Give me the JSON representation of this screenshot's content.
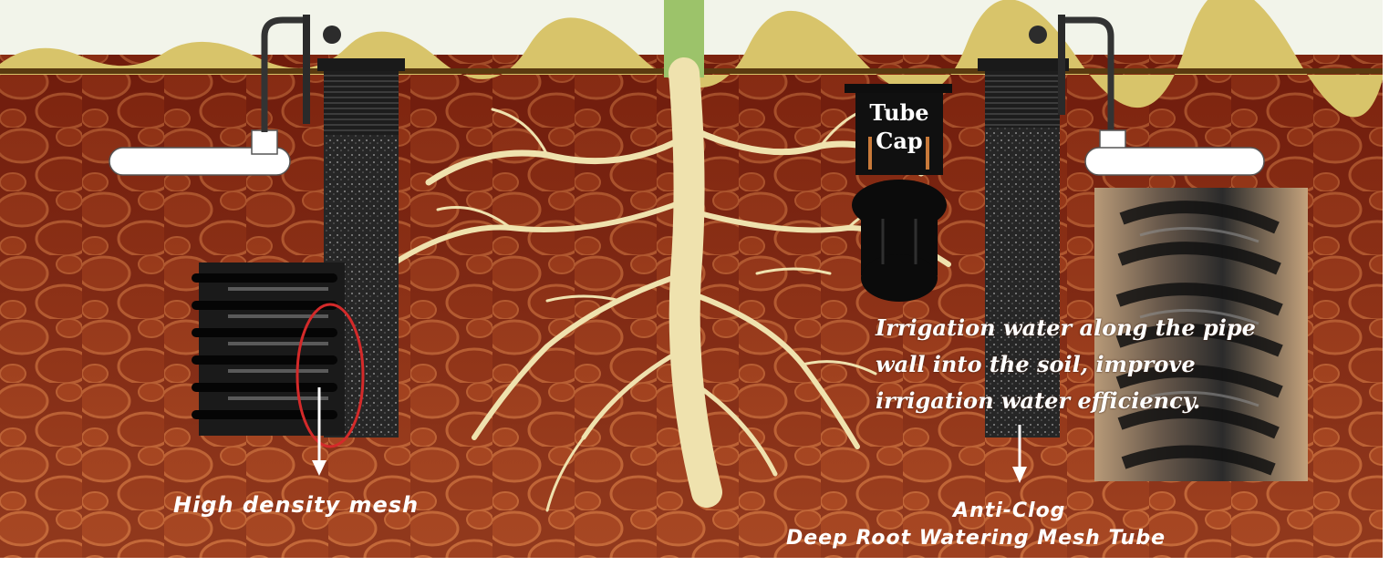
{
  "labels": {
    "high_density_mesh": "High density mesh",
    "anti_clog": "Anti-Clog",
    "product_name": "Deep Root Watering Mesh Tube",
    "tube_cap_line1": "Tube",
    "tube_cap_line2": "Cap",
    "irrigation_note_line1": "Irrigation water along the pipe",
    "irrigation_note_line2": "wall into the soil, improve",
    "irrigation_note_line3": "irrigation water efficiency."
  },
  "colors": {
    "sky": "#f3f5ea",
    "soil_dark": "#6e1a0c",
    "soil_mid": "#9a3417",
    "soil_light": "#c2572c",
    "root": "#efe3b0",
    "tube": "#242424",
    "pipe": "#ffffff",
    "highlight_ring": "#d42a2a",
    "label_text": "#ffffff"
  },
  "icons": [
    "arrow-down-icon",
    "arrow-down-icon"
  ]
}
